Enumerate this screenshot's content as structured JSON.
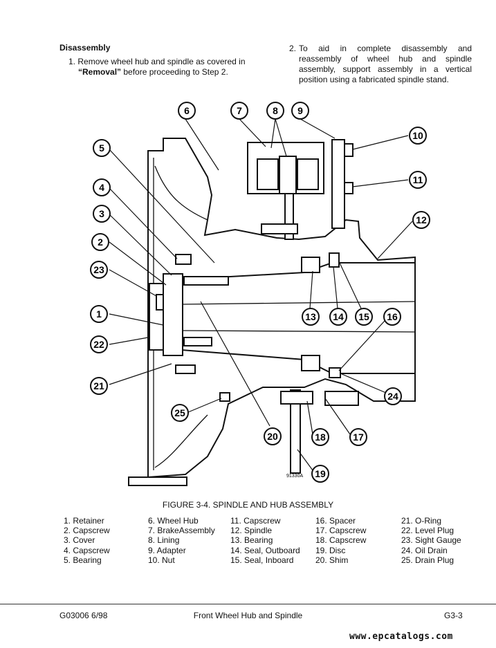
{
  "section": {
    "heading": "Disassembly",
    "step1_num": "1.",
    "step1_a": "Remove wheel hub and spindle as covered in",
    "step1_bold": "“Removal”",
    "step1_b": " before proceeding to Step 2.",
    "step2_num": "2.",
    "step2_text": "To aid in complete disassembly and reassembly of wheel hub and spindle assembly, support assembly in a vertical position using a fabricated spindle stand."
  },
  "figure": {
    "caption": "FIGURE 3-4. SPINDLE AND HUB ASSEMBLY",
    "drawing_code": "91330A",
    "callouts": [
      "1",
      "2",
      "3",
      "4",
      "5",
      "6",
      "7",
      "8",
      "9",
      "10",
      "11",
      "12",
      "13",
      "14",
      "15",
      "16",
      "17",
      "18",
      "19",
      "20",
      "21",
      "22",
      "23",
      "24",
      "25"
    ]
  },
  "legend": {
    "columns": [
      [
        "1. Retainer",
        "2. Capscrew",
        "3. Cover",
        "4. Capscrew",
        "5. Bearing"
      ],
      [
        "6. Wheel Hub",
        "7. BrakeAssembly",
        "8. Lining",
        "9. Adapter",
        "10. Nut"
      ],
      [
        "11. Capscrew",
        "12. Spindle",
        "13. Bearing",
        "14. Seal, Outboard",
        "15. Seal, Inboard"
      ],
      [
        "16. Spacer",
        "17. Capscrew",
        "18. Capscrew",
        "19. Disc",
        "20. Shim"
      ],
      [
        "21. O-Ring",
        "22. Level Plug",
        "23. Sight Gauge",
        "24. Oil Drain",
        "25. Drain Plug"
      ]
    ]
  },
  "footer": {
    "doc_code": "G03006  6/98",
    "title": "Front Wheel Hub and Spindle",
    "page": "G3-3",
    "watermark": "www.epcatalogs.com"
  }
}
